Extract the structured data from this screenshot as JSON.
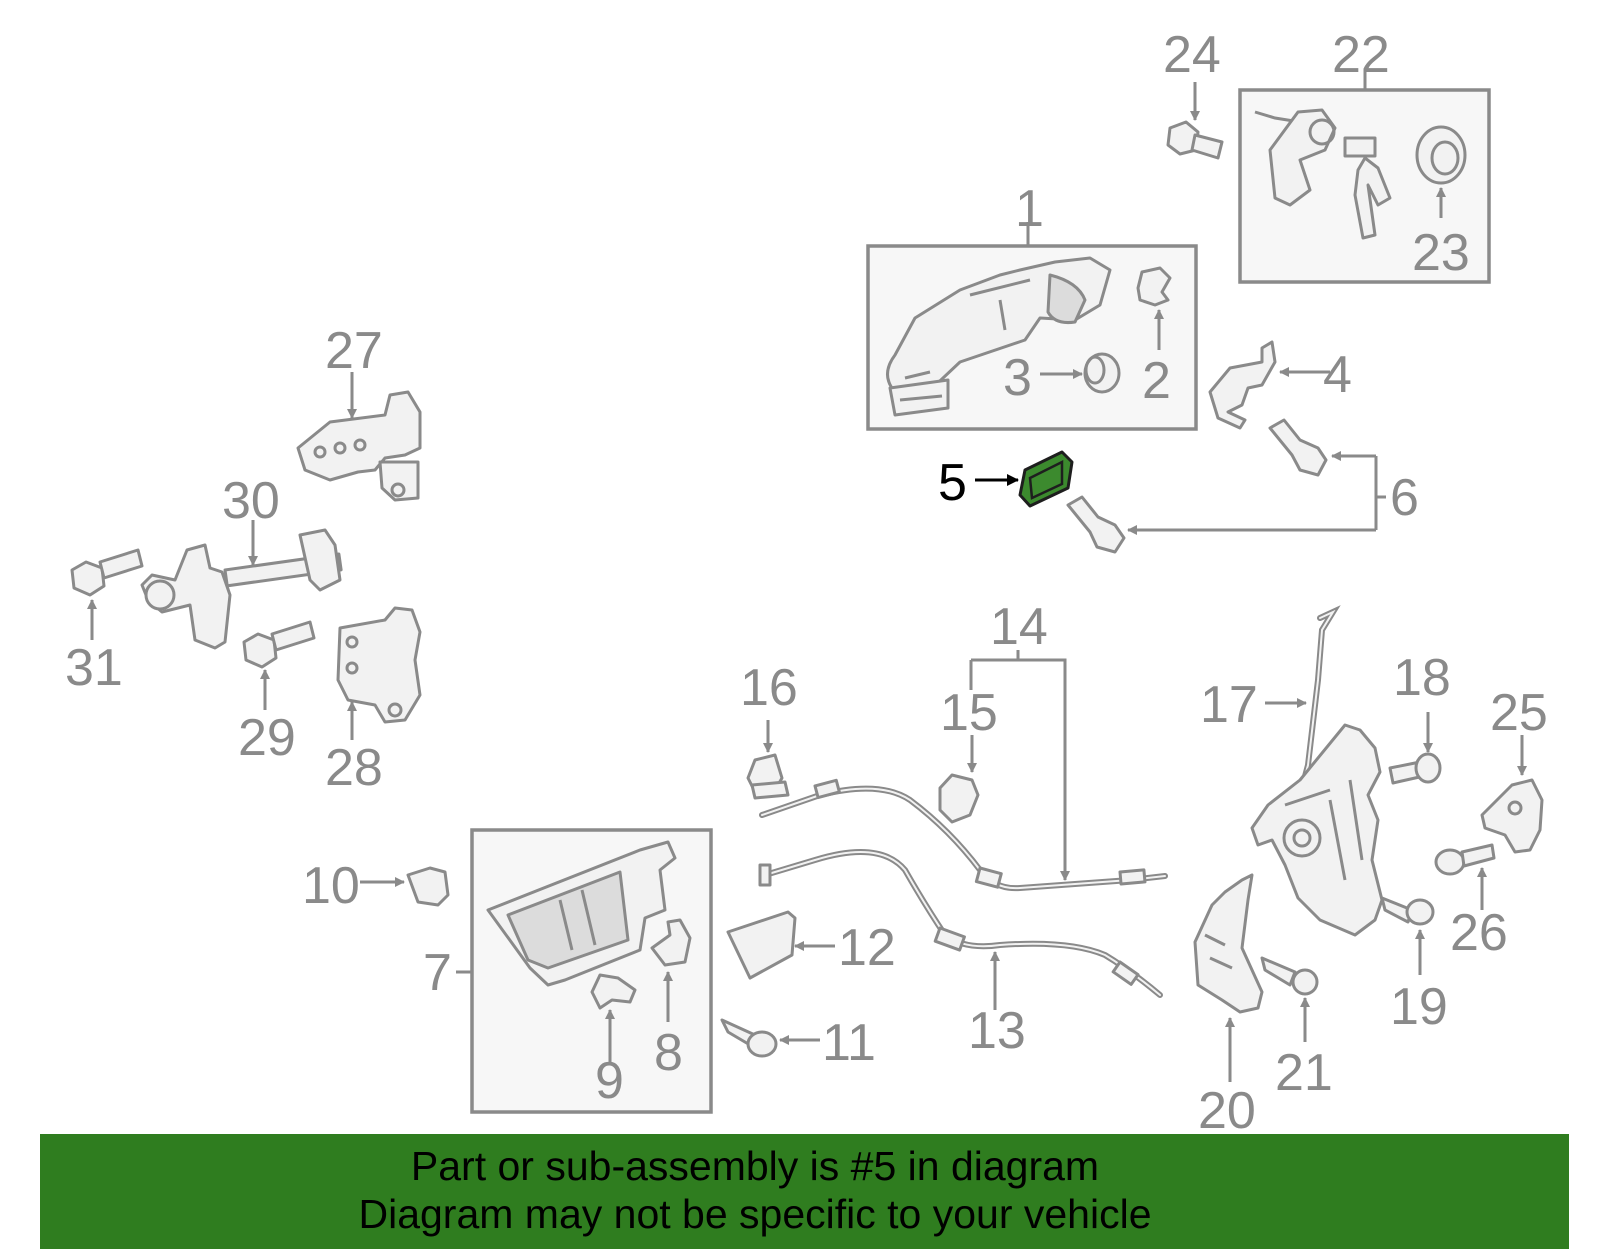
{
  "callouts": {
    "c1": "1",
    "c2": "2",
    "c3": "3",
    "c4": "4",
    "c5": "5",
    "c6": "6",
    "c7": "7",
    "c8": "8",
    "c9": "9",
    "c10": "10",
    "c11": "11",
    "c12": "12",
    "c13": "13",
    "c14": "14",
    "c15": "15",
    "c16": "16",
    "c17": "17",
    "c18": "18",
    "c19": "19",
    "c20": "20",
    "c21": "21",
    "c22": "22",
    "c23": "23",
    "c24": "24",
    "c25": "25",
    "c26": "26",
    "c27": "27",
    "c28": "28",
    "c29": "29",
    "c30": "30",
    "c31": "31"
  },
  "highlighted_part": "5",
  "colors": {
    "highlight": "#3c8a2e",
    "banner": "#2f7d1f",
    "line_art": "#8a8a8a"
  },
  "banner": {
    "line1": "Part or sub-assembly is #5 in diagram",
    "line2": "Diagram may not be specific to your vehicle"
  }
}
